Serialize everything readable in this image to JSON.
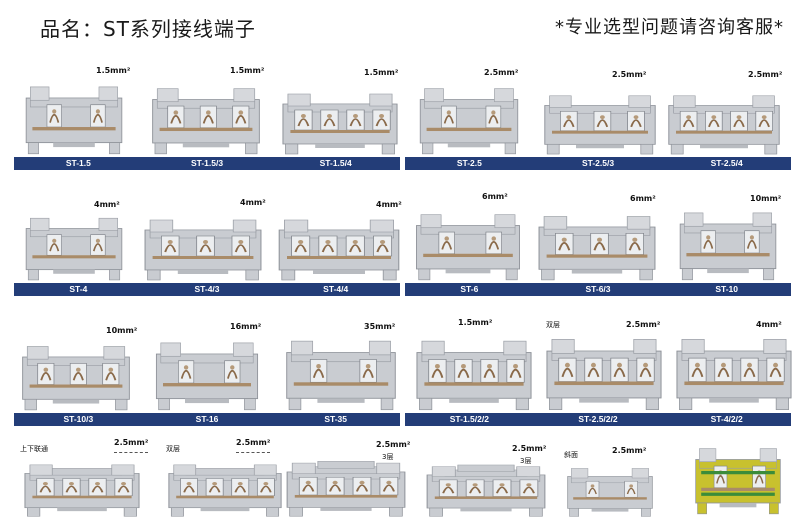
{
  "header": {
    "title": "品名：ST系列接线端子",
    "note": "*专业选型问题请咨询客服*"
  },
  "rows": [
    {
      "models": [
        "ST-1.5",
        "ST-1.5/3",
        "ST-1.5/4",
        "ST-2.5",
        "ST-2.5/3",
        "ST-2.5/4"
      ],
      "specs": [
        "1.5mm²",
        "1.5mm²",
        "1.5mm²",
        "2.5mm²",
        "2.5mm²",
        "2.5mm²"
      ]
    },
    {
      "models": [
        "ST-4",
        "ST-4/3",
        "ST-4/4",
        "ST-6",
        "ST-6/3",
        "ST-10"
      ],
      "specs": [
        "4mm²",
        "4mm²",
        "4mm²",
        "6mm²",
        "6mm²",
        "10mm²"
      ]
    },
    {
      "models": [
        "ST-10/3",
        "ST-16",
        "ST-35",
        "ST-1.5/2/2",
        "ST-2.5/2/2",
        "ST-4/2/2"
      ],
      "specs": [
        "10mm²",
        "16mm²",
        "35mm²",
        "1.5mm²",
        "2.5mm²",
        "4mm²"
      ],
      "tags": [
        "",
        "",
        "",
        "",
        "双层",
        ""
      ]
    },
    {
      "specs": [
        "2.5mm²",
        "2.5mm²",
        "2.5mm²",
        "2.5mm²",
        "2.5mm²",
        ""
      ],
      "tags": [
        "上下联通",
        "双层",
        "",
        "",
        "斜面",
        ""
      ],
      "sub": [
        "",
        "",
        "3层",
        "3层",
        "",
        ""
      ]
    }
  ],
  "colors": {
    "bar": "#233d78",
    "housing": "#c9ccd1",
    "ground": "#c8c12e"
  }
}
